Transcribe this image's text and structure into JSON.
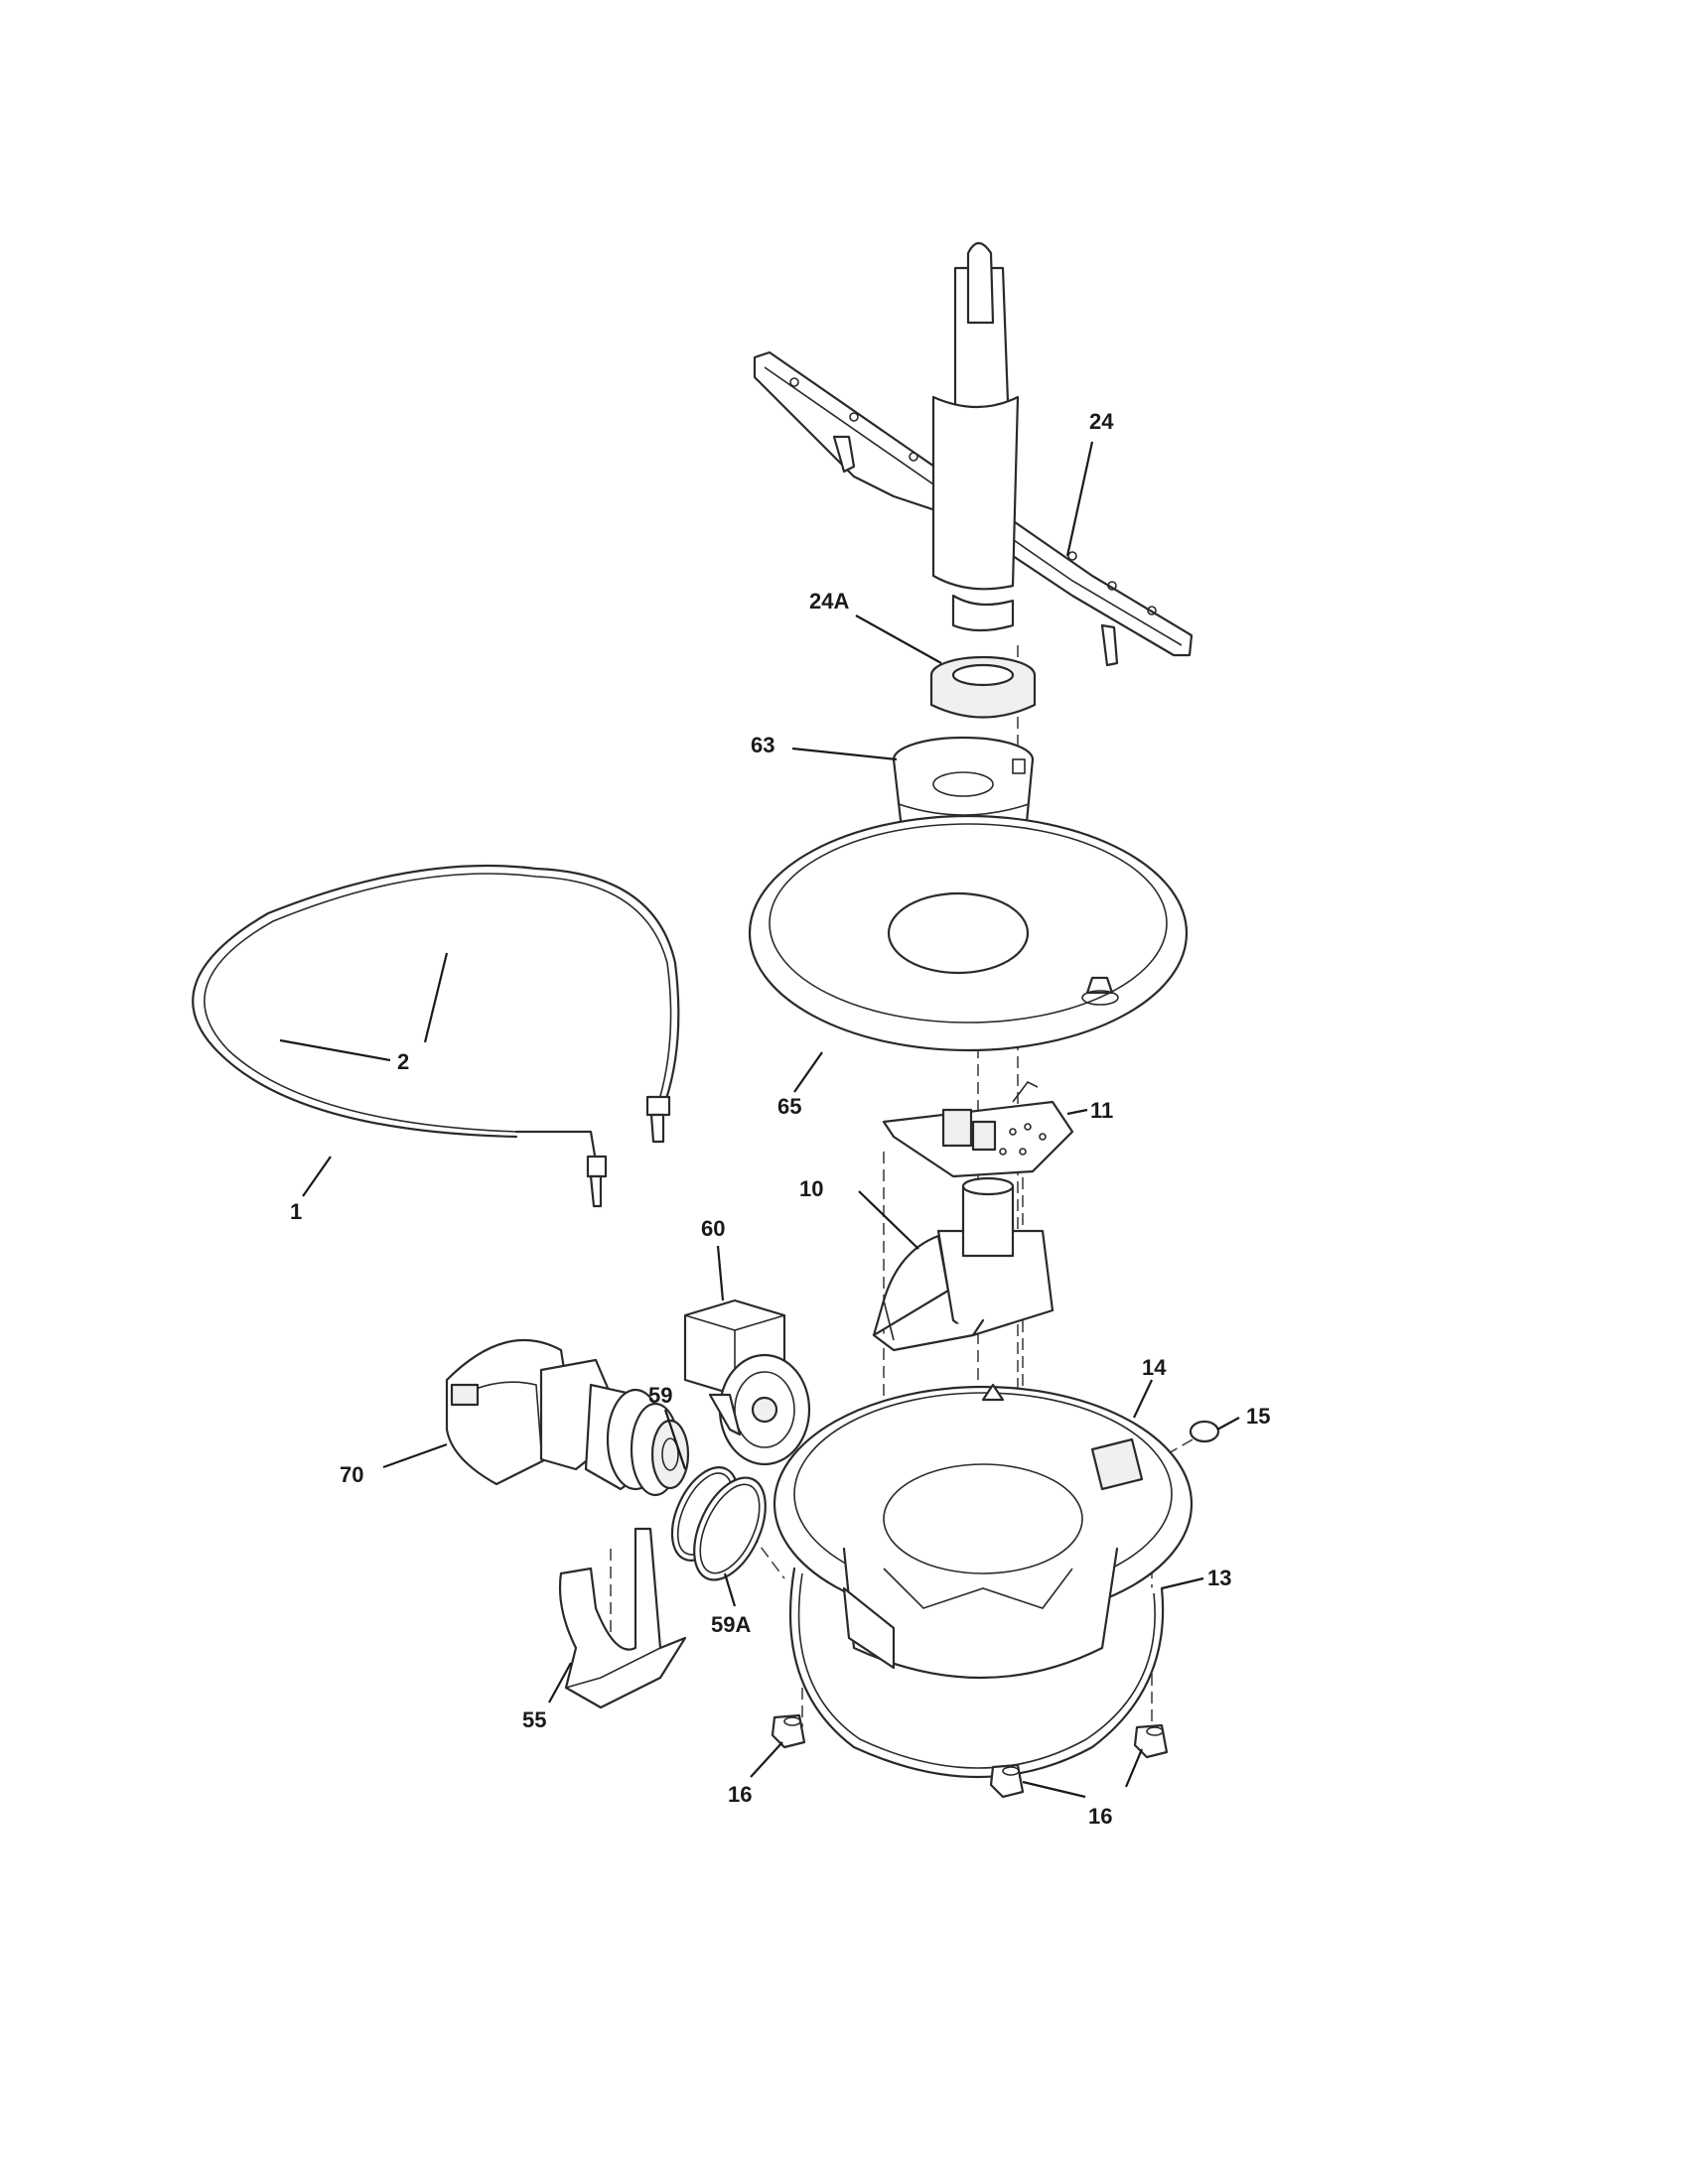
{
  "callouts": [
    {
      "id": "c24",
      "text": "24"
    },
    {
      "id": "c24a",
      "text": "24A"
    },
    {
      "id": "c63",
      "text": "63"
    },
    {
      "id": "c2",
      "text": "2"
    },
    {
      "id": "c65",
      "text": "65"
    },
    {
      "id": "c11",
      "text": "11"
    },
    {
      "id": "c1",
      "text": "1"
    },
    {
      "id": "c10",
      "text": "10"
    },
    {
      "id": "c60",
      "text": "60"
    },
    {
      "id": "c14",
      "text": "14"
    },
    {
      "id": "c15",
      "text": "15"
    },
    {
      "id": "c59",
      "text": "59"
    },
    {
      "id": "c70",
      "text": "70"
    },
    {
      "id": "c13",
      "text": "13"
    },
    {
      "id": "c59a",
      "text": "59A"
    },
    {
      "id": "c55",
      "text": "55"
    },
    {
      "id": "c16a",
      "text": "16"
    },
    {
      "id": "c16b",
      "text": "16"
    }
  ]
}
